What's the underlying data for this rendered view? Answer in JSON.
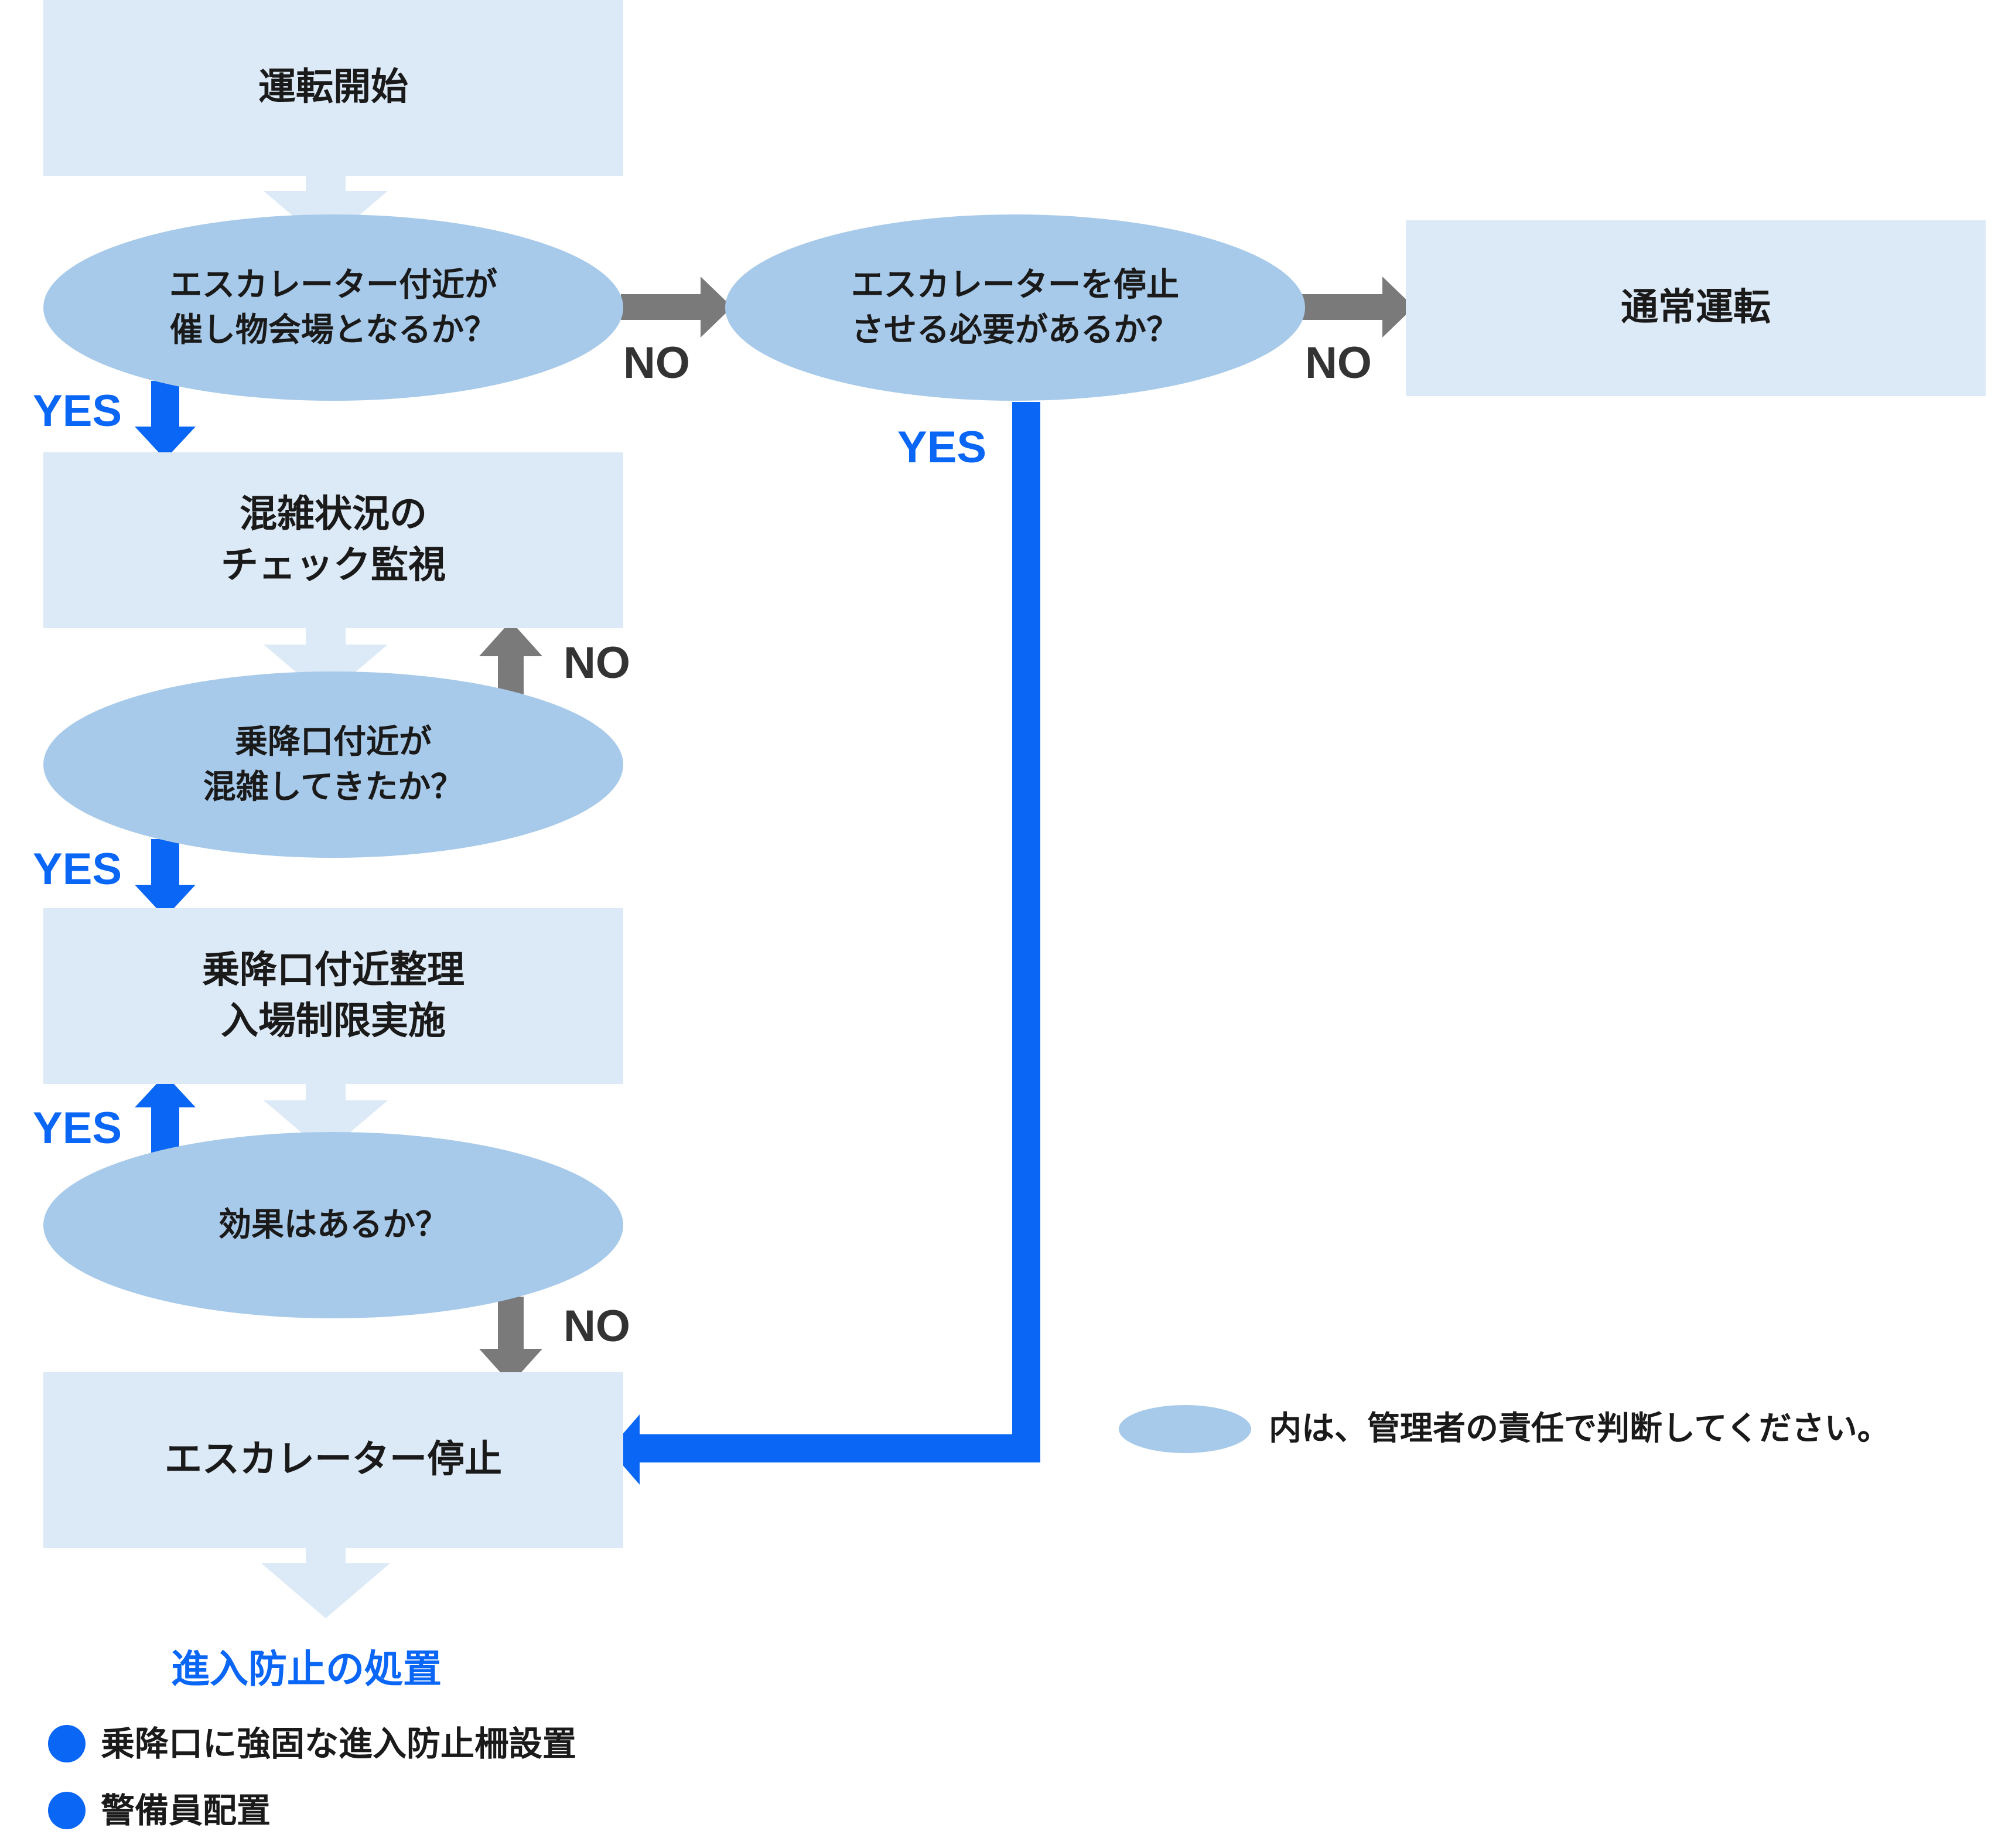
{
  "nodes": {
    "start": "運転開始",
    "q_event_venue": "エスカレーター付近が\n催し物会場となるか？",
    "q_need_stop": "エスカレーターを停止\nさせる必要があるか？",
    "normal_operation": "通常運転",
    "monitor": "混雑状況の\nチェック監視",
    "q_crowded": "乗降口付近が\n混雑してきたか？",
    "restrict": "乗降口付近整理\n入場制限実施",
    "q_effective": "効果はあるか？",
    "stop": "エスカレーター停止"
  },
  "labels": {
    "yes": "YES",
    "no": "NO"
  },
  "measures": {
    "heading": "進入防止の処置",
    "items": [
      "乗降口に強固な進入防止柵設置",
      "警備員配置"
    ]
  },
  "legend": {
    "text": "内は、管理者の責任で判断してください。"
  },
  "colors": {
    "box": "#dce9f6",
    "ellipse": "#a8caea",
    "yes_arrow": "#0a66f5",
    "no_arrow": "#7a7a7a",
    "flow_arrow": "#dce9f6"
  }
}
